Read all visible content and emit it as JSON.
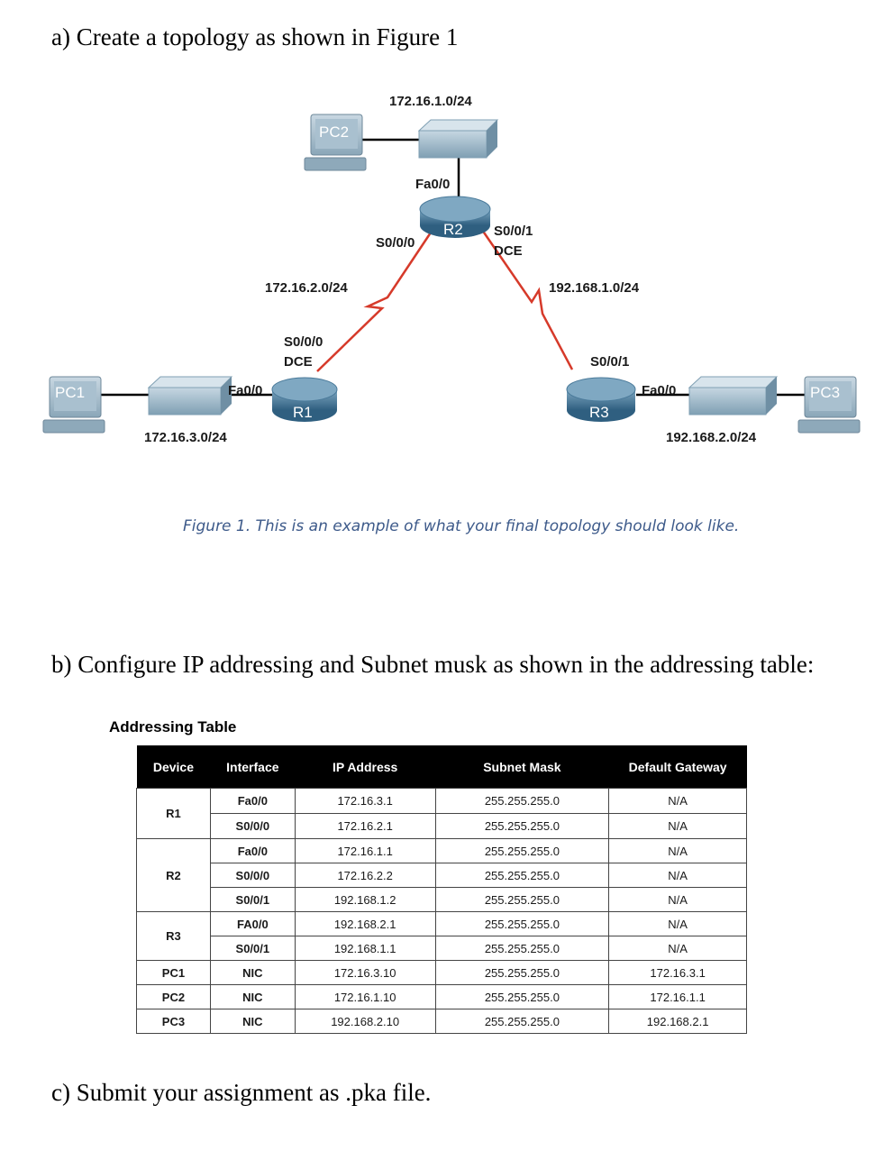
{
  "heading_a": "a)   Create a topology as shown in Figure 1",
  "heading_b": "b)   Configure IP addressing and Subnet musk as shown in the addressing table:",
  "heading_c": "c)   Submit your assignment as .pka file.",
  "figure": {
    "caption": "Figure 1. This is an example of what your final topology should look like.",
    "devices": {
      "pc1": "PC1",
      "pc2": "PC2",
      "pc3": "PC3",
      "r1": "R1",
      "r2": "R2",
      "r3": "R3"
    },
    "labels": {
      "net_pc2": "172.16.1.0/24",
      "r2_fa": "Fa0/0",
      "r2_s000": "S0/0/0",
      "r2_s001": "S0/0/1",
      "r2_dce": "DCE",
      "net_r1r2": "172.16.2.0/24",
      "net_r2r3": "192.168.1.0/24",
      "r1_s000": "S0/0/0",
      "r1_dce": "DCE",
      "r1_fa": "Fa0/0",
      "r3_s001": "S0/0/1",
      "r3_fa": "Fa0/0",
      "net_pc1": "172.16.3.0/24",
      "net_pc3": "192.168.2.0/24"
    },
    "colors": {
      "serial_link": "#d63a2a",
      "ethernet_link": "#000000",
      "router": "#4a7a9a",
      "switch": "#8aa9bc",
      "pc": "#9fb8c8"
    }
  },
  "table": {
    "title": "Addressing Table",
    "headers": [
      "Device",
      "Interface",
      "IP Address",
      "Subnet Mask",
      "Default Gateway"
    ],
    "rows": [
      [
        "R1",
        "Fa0/0",
        "172.16.3.1",
        "255.255.255.0",
        "N/A"
      ],
      [
        "",
        "S0/0/0",
        "172.16.2.1",
        "255.255.255.0",
        "N/A"
      ],
      [
        "R2",
        "Fa0/0",
        "172.16.1.1",
        "255.255.255.0",
        "N/A"
      ],
      [
        "",
        "S0/0/0",
        "172.16.2.2",
        "255.255.255.0",
        "N/A"
      ],
      [
        "",
        "S0/0/1",
        "192.168.1.2",
        "255.255.255.0",
        "N/A"
      ],
      [
        "R3",
        "FA0/0",
        "192.168.2.1",
        "255.255.255.0",
        "N/A"
      ],
      [
        "",
        "S0/0/1",
        "192.168.1.1",
        "255.255.255.0",
        "N/A"
      ],
      [
        "PC1",
        "NIC",
        "172.16.3.10",
        "255.255.255.0",
        "172.16.3.1"
      ],
      [
        "PC2",
        "NIC",
        "172.16.1.10",
        "255.255.255.0",
        "172.16.1.1"
      ],
      [
        "PC3",
        "NIC",
        "192.168.2.10",
        "255.255.255.0",
        "192.168.2.1"
      ]
    ]
  }
}
